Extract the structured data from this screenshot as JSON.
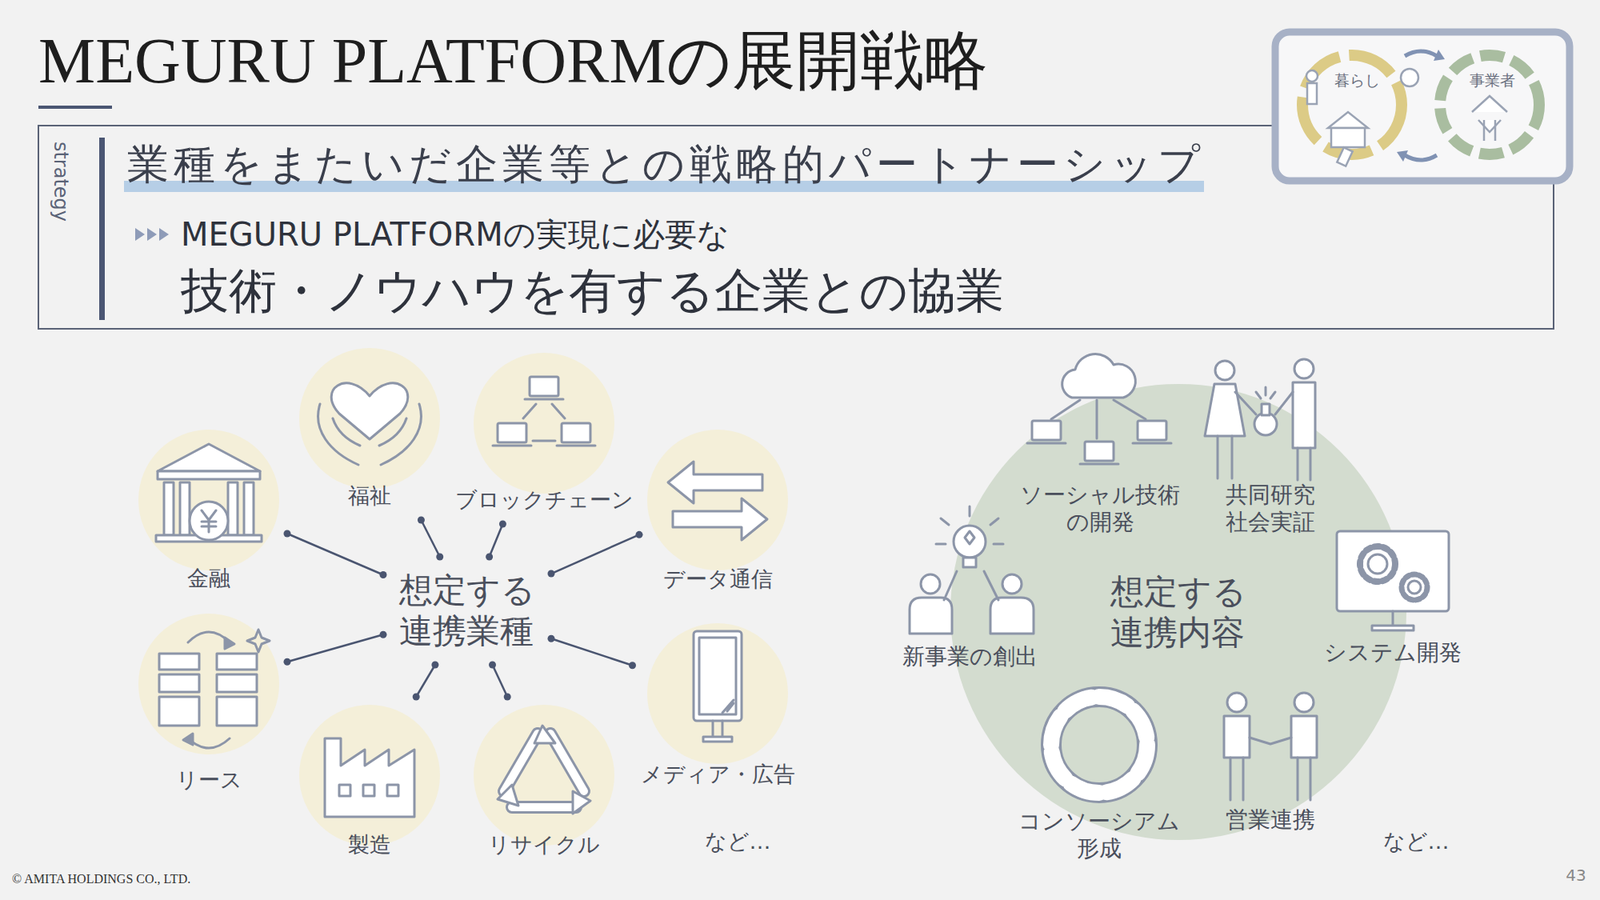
{
  "diagram": {
    "title": "MEGURU PLATFORMの展開戦略",
    "nodes": [
      {
        "text": [
          "strategy",
          "業種をまたいだ企業等との戦略的パートナーシップ",
          "MEGURU PLATFORMの実現に必要な",
          "技術・ノウハウを有する企業との協業"
        ]
      },
      {
        "text": [
          "想定する 連携業種"
        ]
      },
      {
        "text": [
          "金融"
        ]
      },
      {
        "text": [
          "福祉"
        ]
      },
      {
        "text": [
          "ブロックチェーン"
        ]
      },
      {
        "text": [
          "データ通信"
        ]
      },
      {
        "text": [
          "リース"
        ]
      },
      {
        "text": [
          "製造"
        ]
      },
      {
        "text": [
          "リサイクル"
        ]
      },
      {
        "text": [
          "メディア・広告"
        ]
      },
      {
        "text": [
          "想定する 連携内容"
        ]
      }
    ],
    "edges": [
      {
        "from": 1,
        "to": 2,
        "arrow": "none"
      },
      {
        "from": 1,
        "to": 3,
        "arrow": "none"
      },
      {
        "from": 1,
        "to": 4,
        "arrow": "none"
      },
      {
        "from": 1,
        "to": 5,
        "arrow": "none"
      },
      {
        "from": 1,
        "to": 6,
        "arrow": "none"
      },
      {
        "from": 1,
        "to": 7,
        "arrow": "none"
      },
      {
        "from": 1,
        "to": 8,
        "arrow": "none"
      },
      {
        "from": 1,
        "to": 9,
        "arrow": "none"
      }
    ],
    "labels": [
      "暮らし",
      "事業者",
      "など…",
      "ソーシャル技術 の開発",
      "共同研究 社会実証",
      "システム開発",
      "新事業の創出",
      "コンソーシアム 形成",
      "営業連携",
      "など…",
      "© AMITA HOLDINGS CO., LTD.",
      "43"
    ]
  }
}
